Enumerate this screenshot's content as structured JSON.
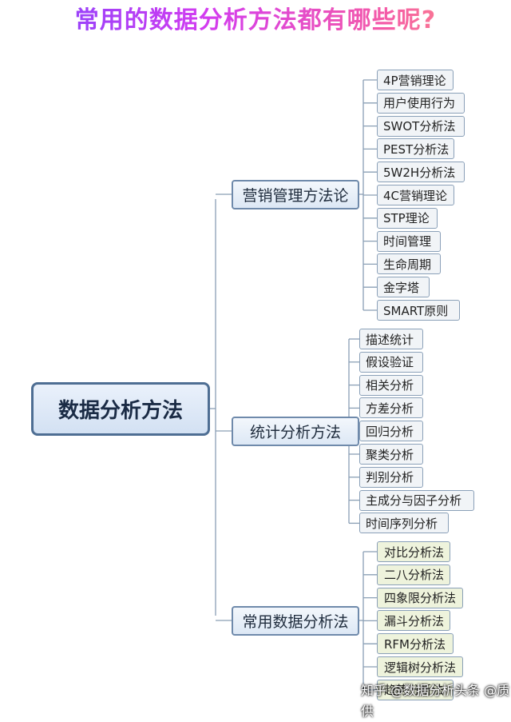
{
  "title": "常用的数据分析方法都有哪些呢?",
  "root": "数据分析方法",
  "branches": [
    {
      "label": "营销管理方法论",
      "children": [
        "4P营销理论",
        "用户使用行为",
        "SWOT分析法",
        "PEST分析法",
        "5W2H分析法",
        "4C营销理论",
        "STP理论",
        "时间管理",
        "生命周期",
        "金字塔",
        "SMART原则"
      ]
    },
    {
      "label": "统计分析方法",
      "children": [
        "描述统计",
        "假设验证",
        "相关分析",
        "方差分析",
        "回归分析",
        "聚类分析",
        "判别分析",
        "主成分与因子分析",
        "时间序列分析"
      ]
    },
    {
      "label": "常用数据分析法",
      "children": [
        "对比分析法",
        "二八分析法",
        "四象限分析法",
        "漏斗分析法",
        "RFM分析法",
        "逻辑树分析法",
        "趋势分析法"
      ]
    }
  ],
  "watermark": "知乎 @数据分析头条 @质供",
  "colors": {
    "line": "#8a9fb5",
    "root_border": "#4e6e93",
    "leaf_highlight": "#eef3dc"
  }
}
